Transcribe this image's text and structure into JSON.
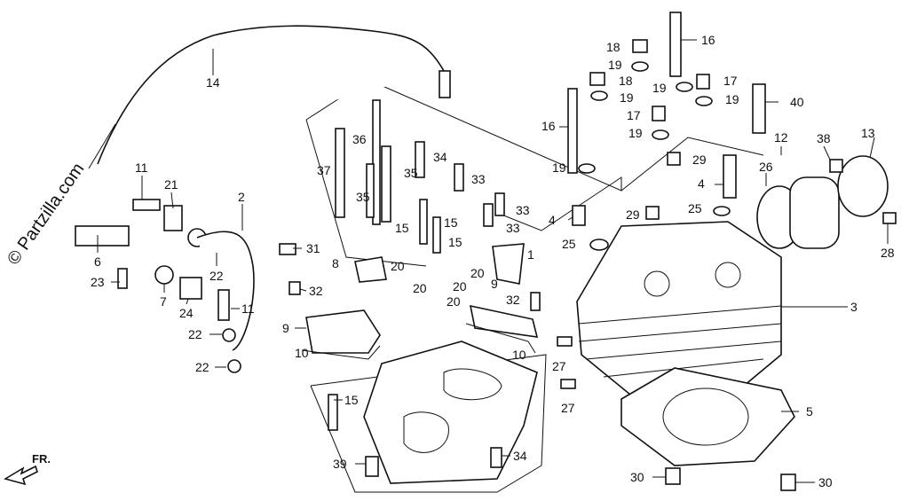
{
  "watermark": "© Partzilla.com",
  "direction_label": "FR.",
  "callouts": [
    {
      "n": "14"
    },
    {
      "n": "11"
    },
    {
      "n": "21"
    },
    {
      "n": "2"
    },
    {
      "n": "6"
    },
    {
      "n": "23"
    },
    {
      "n": "7"
    },
    {
      "n": "24"
    },
    {
      "n": "22"
    },
    {
      "n": "11"
    },
    {
      "n": "22"
    },
    {
      "n": "22"
    },
    {
      "n": "31"
    },
    {
      "n": "37"
    },
    {
      "n": "36"
    },
    {
      "n": "35"
    },
    {
      "n": "35"
    },
    {
      "n": "34"
    },
    {
      "n": "33"
    },
    {
      "n": "33"
    },
    {
      "n": "33"
    },
    {
      "n": "15"
    },
    {
      "n": "15"
    },
    {
      "n": "15"
    },
    {
      "n": "8"
    },
    {
      "n": "20"
    },
    {
      "n": "20"
    },
    {
      "n": "20"
    },
    {
      "n": "20"
    },
    {
      "n": "20"
    },
    {
      "n": "1"
    },
    {
      "n": "32"
    },
    {
      "n": "9"
    },
    {
      "n": "32"
    },
    {
      "n": "9"
    },
    {
      "n": "10"
    },
    {
      "n": "10"
    },
    {
      "n": "15"
    },
    {
      "n": "39"
    },
    {
      "n": "34"
    },
    {
      "n": "16"
    },
    {
      "n": "18"
    },
    {
      "n": "19"
    },
    {
      "n": "18"
    },
    {
      "n": "19"
    },
    {
      "n": "19"
    },
    {
      "n": "17"
    },
    {
      "n": "19"
    },
    {
      "n": "16"
    },
    {
      "n": "17"
    },
    {
      "n": "19"
    },
    {
      "n": "19"
    },
    {
      "n": "40"
    },
    {
      "n": "29"
    },
    {
      "n": "4"
    },
    {
      "n": "4"
    },
    {
      "n": "29"
    },
    {
      "n": "25"
    },
    {
      "n": "25"
    },
    {
      "n": "12"
    },
    {
      "n": "26"
    },
    {
      "n": "38"
    },
    {
      "n": "13"
    },
    {
      "n": "28"
    },
    {
      "n": "3"
    },
    {
      "n": "27"
    },
    {
      "n": "27"
    },
    {
      "n": "5"
    },
    {
      "n": "30"
    },
    {
      "n": "30"
    }
  ]
}
